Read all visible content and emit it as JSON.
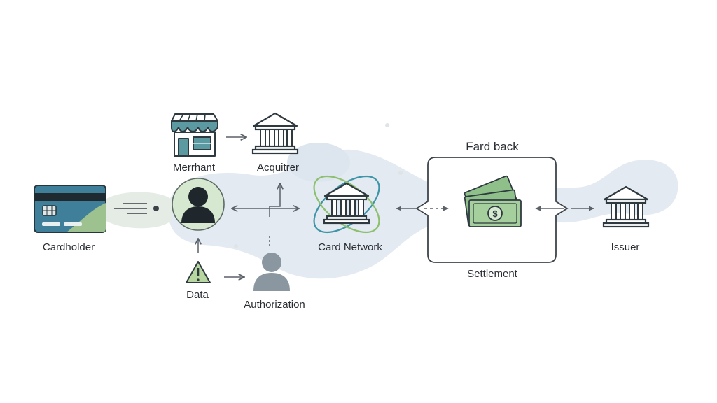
{
  "diagram": {
    "nodes": {
      "cardholder": "Cardholder",
      "merchant": "Merrhant",
      "acquirer": "Acquitrer",
      "data": "Data",
      "authorization": "Authorization",
      "card_network": "Card Network",
      "settlement": "Settlement",
      "issuer": "Issuer"
    },
    "box_title": "Fard back",
    "icons": {
      "cardholder": "credit-card-icon",
      "merchant": "storefront-icon",
      "acquirer": "bank-icon",
      "user": "person-icon",
      "data": "warning-icon",
      "authorization": "person-icon",
      "card_network": "bank-icon",
      "settlement": "cash-icon",
      "issuer": "bank-icon"
    },
    "colors": {
      "card_blue": "#3f7f9a",
      "card_green": "#9dc28f",
      "awning_teal": "#5a9aa0",
      "person_green": "#d6e8cf",
      "warning_green": "#b8d6a0",
      "cash_green": "#8fc08a",
      "blob_blue": "#e1e8ef",
      "orbit_teal": "#3f95a8",
      "orbit_green": "#8cc06e"
    }
  }
}
